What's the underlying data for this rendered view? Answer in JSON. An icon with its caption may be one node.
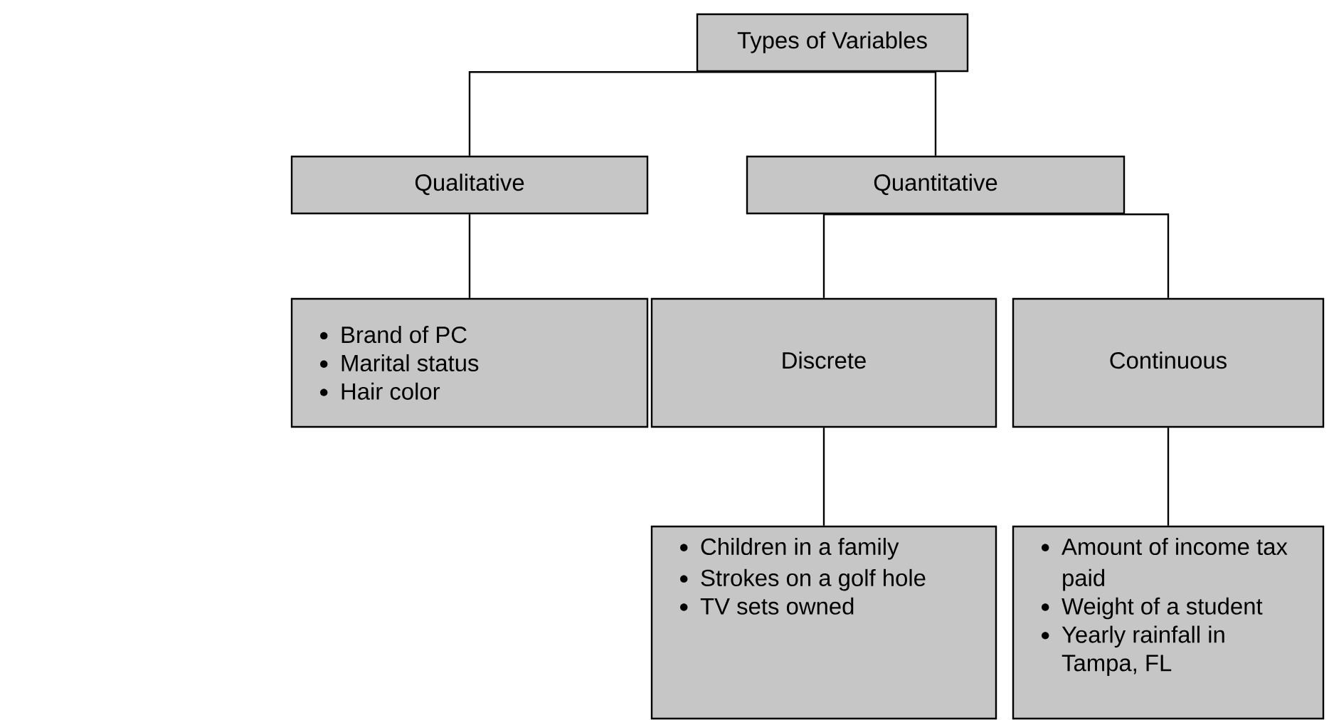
{
  "diagram": {
    "nodes": [
      {
        "text": [
          "Types of Variables"
        ]
      },
      {
        "text": [
          "Qualitative"
        ]
      },
      {
        "text": [
          "Quantitative"
        ]
      },
      {
        "text": [
          "Brand of PC",
          "Marital status",
          "Hair color"
        ]
      },
      {
        "text": [
          "Discrete"
        ]
      },
      {
        "text": [
          "Continuous"
        ]
      },
      {
        "text": [
          "Children in a family",
          "Strokes on a golf hole",
          "TV sets owned"
        ]
      },
      {
        "text": [
          "Amount of income tax paid",
          "Weight of a student",
          "Yearly rainfall in Tampa, FL"
        ]
      }
    ],
    "edges": [
      {
        "from": 0,
        "to": 1,
        "arrow": "none"
      },
      {
        "from": 0,
        "to": 2,
        "arrow": "none"
      },
      {
        "from": 1,
        "to": 3,
        "arrow": "none"
      },
      {
        "from": 2,
        "to": 4,
        "arrow": "none"
      },
      {
        "from": 2,
        "to": 5,
        "arrow": "none"
      },
      {
        "from": 4,
        "to": 6,
        "arrow": "none"
      },
      {
        "from": 5,
        "to": 7,
        "arrow": "none"
      }
    ]
  }
}
